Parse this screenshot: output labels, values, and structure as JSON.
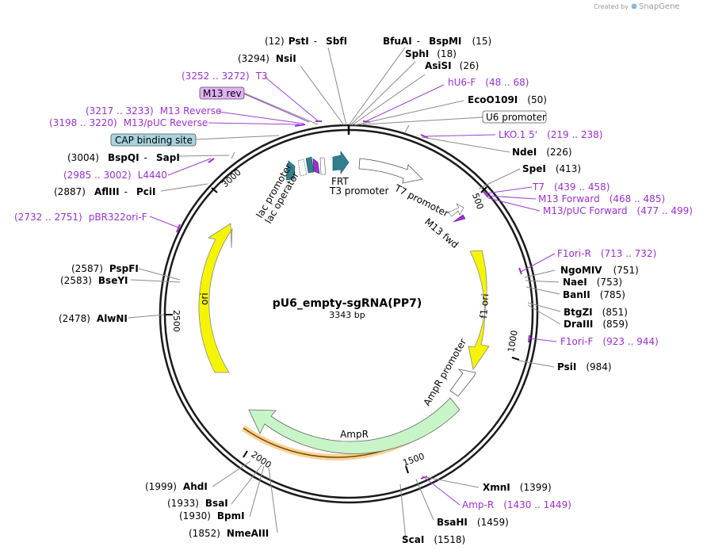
{
  "credit": {
    "prefix": "Created by",
    "brand": "SnapGene"
  },
  "plasmid": {
    "name": "pU6_empty-sgRNA(PP7)",
    "size": "3343 bp"
  },
  "ticks": [
    "500",
    "1000",
    "1500",
    "2000",
    "2500",
    "3000"
  ],
  "sites": [
    {
      "pos": "(12)",
      "name": "PstI",
      "sep": "-",
      "name2": "SbfI"
    },
    {
      "pos": "(15)",
      "name": "BfuAI",
      "sep": "-",
      "name2": "BspMI"
    },
    {
      "pos": "(18)",
      "name": "SphI"
    },
    {
      "pos": "(26)",
      "name": "AsiSI"
    },
    {
      "pos": "(3294)",
      "name": "NsiI"
    },
    {
      "pos": "(50)",
      "name": "EcoO109I"
    },
    {
      "pos": "(226)",
      "name": "NdeI"
    },
    {
      "pos": "(413)",
      "name": "SpeI"
    },
    {
      "pos": "(3004)",
      "name": "BspQI",
      "sep": "-",
      "name2": "SapI"
    },
    {
      "pos": "(2887)",
      "name": "AflIII",
      "sep": "-",
      "name2": "PciI"
    },
    {
      "pos": "(751)",
      "name": "NgoMIV"
    },
    {
      "pos": "(753)",
      "name": "NaeI"
    },
    {
      "pos": "(785)",
      "name": "BanII"
    },
    {
      "pos": "(851)",
      "name": "BtgZI"
    },
    {
      "pos": "(859)",
      "name": "DraIII"
    },
    {
      "pos": "(984)",
      "name": "PsiI"
    },
    {
      "pos": "(2587)",
      "name": "PspFI"
    },
    {
      "pos": "(2583)",
      "name": "BseYI"
    },
    {
      "pos": "(2478)",
      "name": "AlwNI"
    },
    {
      "pos": "(1399)",
      "name": "XmnI"
    },
    {
      "pos": "(1459)",
      "name": "BsaHI"
    },
    {
      "pos": "(1518)",
      "name": "ScaI"
    },
    {
      "pos": "(1999)",
      "name": "AhdI"
    },
    {
      "pos": "(1933)",
      "name": "BsaI"
    },
    {
      "pos": "(1930)",
      "name": "BpmI"
    },
    {
      "pos": "(1852)",
      "name": "NmeAIII"
    }
  ],
  "primers": [
    {
      "name": "T3",
      "range": "(3252 .. 3272)"
    },
    {
      "name": "M13 Reverse",
      "range": "(3217 .. 3233)"
    },
    {
      "name": "M13/pUC Reverse",
      "range": "(3198 .. 3220)"
    },
    {
      "name": "L4440",
      "range": "(2985 .. 3002)"
    },
    {
      "name": "pBR322ori-F",
      "range": "(2732 .. 2751)"
    },
    {
      "name": "hU6-F",
      "range": "(48 .. 68)"
    },
    {
      "name": "LKO.1 5'",
      "range": "(219 .. 238)"
    },
    {
      "name": "T7",
      "range": "(439 .. 458)"
    },
    {
      "name": "M13 Forward",
      "range": "(468 .. 485)"
    },
    {
      "name": "M13/pUC Forward",
      "range": "(477 .. 499)"
    },
    {
      "name": "F1ori-R",
      "range": "(713 .. 732)"
    },
    {
      "name": "F1ori-F",
      "range": "(923 .. 944)"
    },
    {
      "name": "Amp-R",
      "range": "(1430 .. 1449)"
    }
  ],
  "boxed_labels": {
    "m13rev": "M13 rev",
    "cap": "CAP binding site",
    "u6": "U6 promoter"
  },
  "features": {
    "lac_promoter": "lac promoter",
    "lac_operator": "lac operator",
    "frt": "FRT",
    "t3_promoter": "T3 promoter",
    "t7_promoter": "T7 promoter",
    "m13_fwd": "M13 fwd",
    "f1_ori": "f1 ori",
    "ampr_promoter": "AmpR promoter",
    "ampr": "AmpR",
    "ori": "ori"
  },
  "colors": {
    "backbone": "#1a1a1a",
    "ori": "#f5f500",
    "f1ori": "#f5f500",
    "ampr": "#c8f5c8",
    "ampr_glow": "#f0b040",
    "promoter": "#ffffff",
    "frt": "#2f7f8f",
    "lac_operator": "#2f7f8f",
    "m13": "#9b30d0",
    "primer": "#9b30d0",
    "m13rev_box": "#e0b0f5",
    "cap_box": "#a8d4e0"
  }
}
